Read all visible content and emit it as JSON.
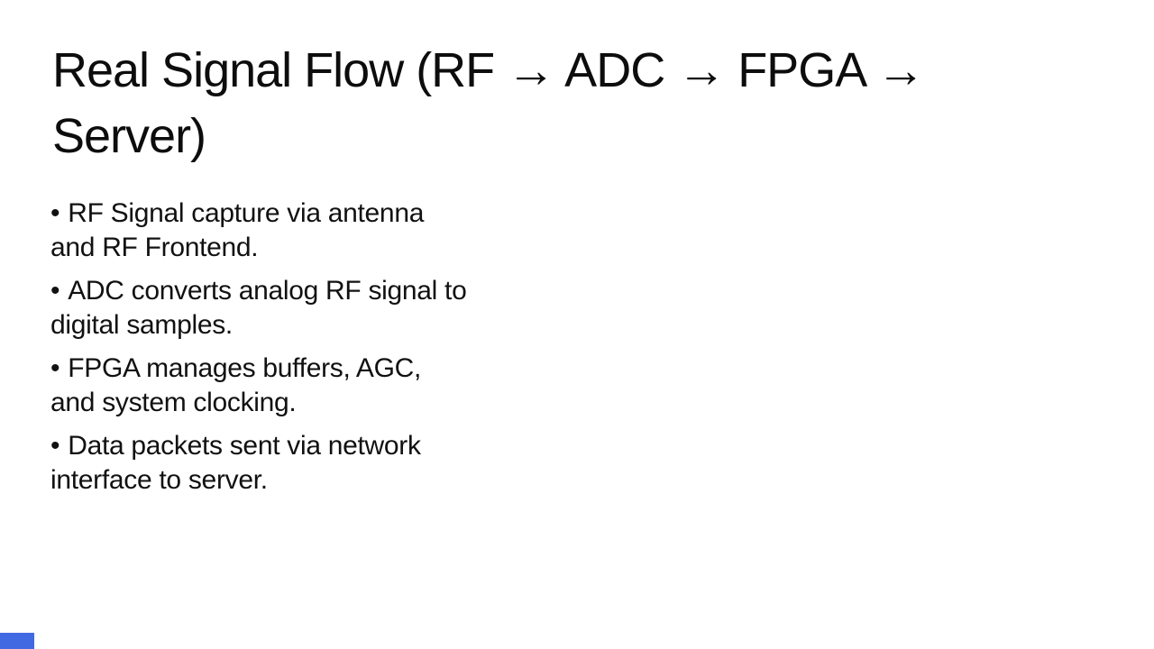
{
  "slide": {
    "background_color": "#ffffff",
    "accent_color": "#4169E1",
    "title": {
      "text": "Real Signal Flow (RF → ADC → FPGA → Server)",
      "lines": [
        "Real Signal Flow (RF → ADC → FPGA →",
        "Server)"
      ]
    },
    "bullets": {
      "marker": "•",
      "items": [
        {
          "text": "RF Signal capture via antenna and RF Frontend.",
          "lines": [
            "RF Signal capture via antenna",
            "and RF Frontend."
          ]
        },
        {
          "text": "ADC converts analog RF signal to digital samples.",
          "lines": [
            "ADC converts analog RF signal to",
            "digital samples."
          ]
        },
        {
          "text": "FPGA manages buffers, AGC, and system clocking.",
          "lines": [
            "FPGA manages buffers, AGC,",
            "and system clocking."
          ]
        },
        {
          "text": "Data packets sent via network interface to server.",
          "lines": [
            "Data packets sent via network",
            "interface to server."
          ]
        }
      ]
    }
  }
}
